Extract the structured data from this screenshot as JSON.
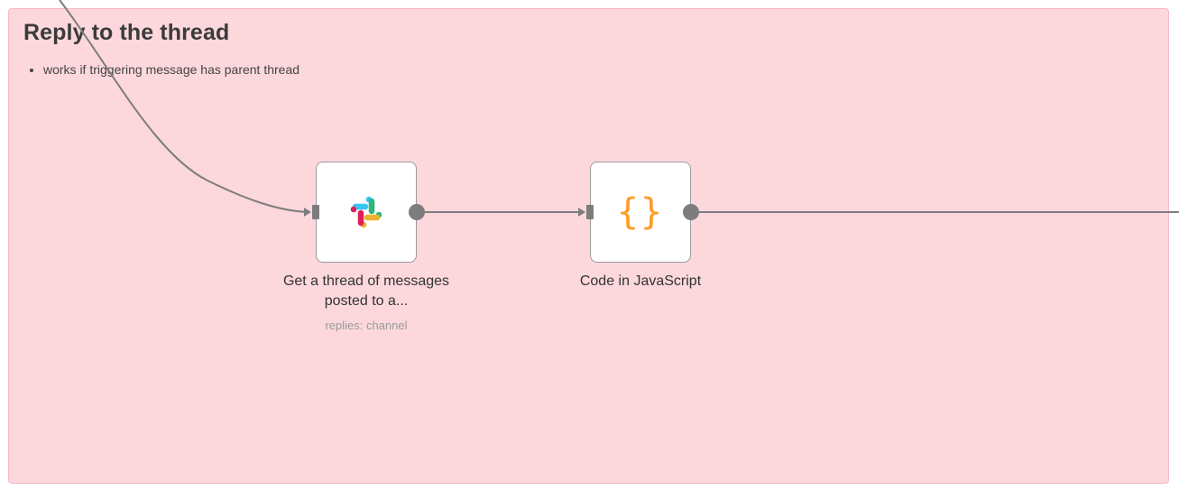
{
  "sticky_note": {
    "title": "Reply to the thread",
    "bullets": [
      "works if triggering message has parent thread"
    ],
    "color": "#fcd8dd"
  },
  "nodes": [
    {
      "name": "Get a thread of messages posted to a...",
      "subtitle": "replies: channel",
      "icon": "slack-icon"
    },
    {
      "name": "Code in JavaScript",
      "icon": "code-braces-icon",
      "icon_glyph": "{}",
      "icon_color": "#ff9b26"
    }
  ],
  "colors": {
    "connection": "#7d7d7d",
    "node_border": "#9a9a9a"
  }
}
